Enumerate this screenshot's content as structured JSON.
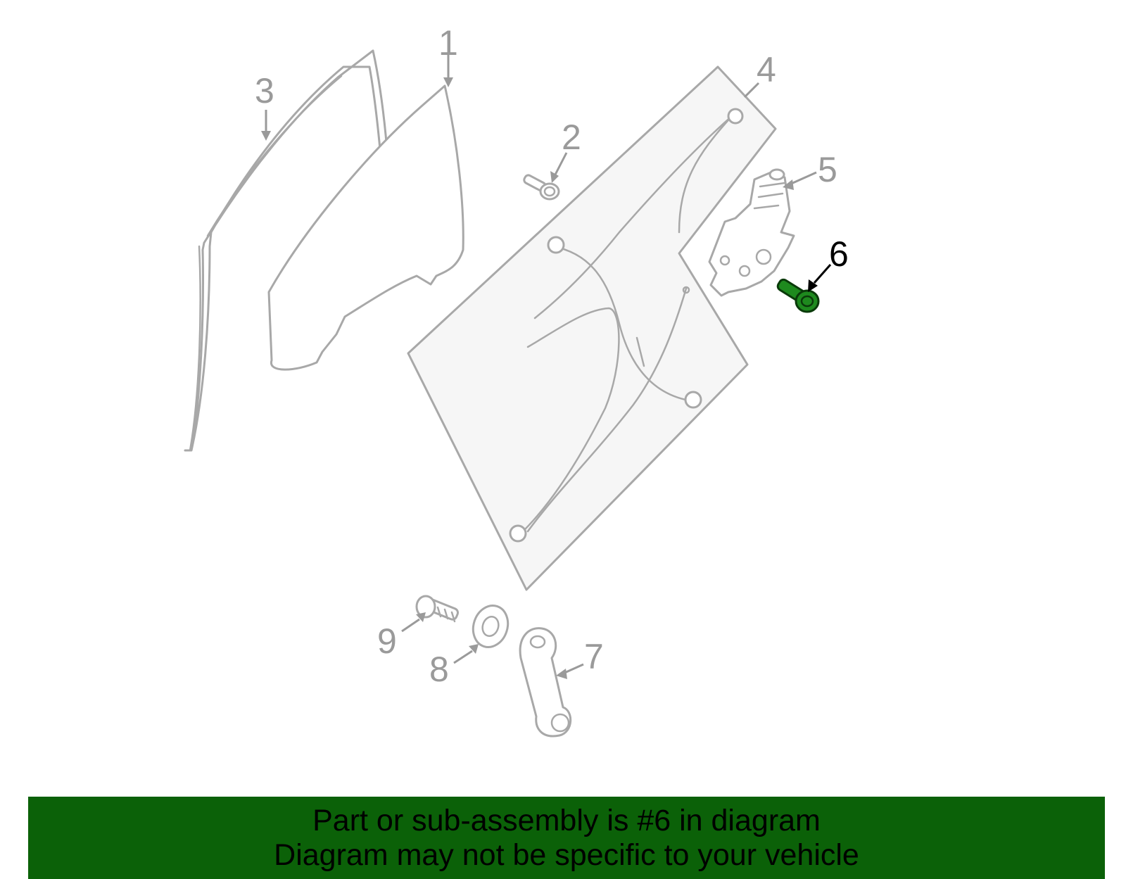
{
  "diagram": {
    "callouts": [
      "1",
      "2",
      "3",
      "4",
      "5",
      "6",
      "7",
      "8",
      "9"
    ],
    "highlighted_callout": "6",
    "colors": {
      "part_stroke": "#a8a8a8",
      "panel_fill": "#f6f6f6",
      "highlight_fill": "#1e8a1e",
      "highlight_stroke": "#0a3a0a",
      "banner_bg": "#0b6108"
    }
  },
  "banner": {
    "line1": "Part or sub-assembly is #6 in diagram",
    "line2": "Diagram may not be specific to your vehicle"
  }
}
